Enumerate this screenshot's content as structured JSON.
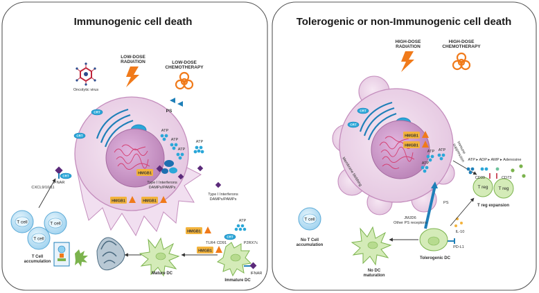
{
  "left": {
    "title": "Immunogenic cell death",
    "oncolytic_virus": "Oncolytic virus",
    "low_dose_radiation": [
      "LOW-DOSE",
      "RADIATION"
    ],
    "low_dose_chemo": [
      "LOW-DOSE",
      "CHEMOTHERAPY"
    ],
    "ps": "PS",
    "crt": "CRT",
    "atp": "ATP",
    "hmgb1": "HMGB1",
    "ifnar": "IFNAR",
    "cxcl": "CXCL9/10/11",
    "t_cell": "T cell",
    "t_cell_accumulation": [
      "T Cell",
      "accumulation"
    ],
    "type1_ifn_inner": [
      "Type I Interferons",
      "DAMPs/PAMPs"
    ],
    "type1_ifn_outer": [
      "Type I Interferons",
      "DAMPs/PAMPs"
    ],
    "tlr4": "TLR4",
    "cd91": "CD91",
    "p2rx7c": "P2RX7c",
    "mature_dc": "Mature DC",
    "immature_dc": "Immature DC"
  },
  "right": {
    "title": "Tolerogenic or non-Immunogenic cell death",
    "high_dose_radiation": [
      "HIGH-DOSE",
      "RADIATION"
    ],
    "high_dose_chemo": [
      "HIGH-DOSE",
      "CHEMOTHERAPY"
    ],
    "crt": "CRT",
    "hmgb1": "HMGB1",
    "atp": "ATP",
    "membrane_blebbing": "Membrane blebbing",
    "immune_suppression": [
      "Immune",
      "suppression"
    ],
    "atp_pathway": "ATP ▸ ADP ▸ AMP ▸ Adenosine",
    "cd39": "CD39",
    "cd73": "CD73",
    "t_reg": "T reg",
    "t_reg_expansion": "T reg expansion",
    "ps": "PS",
    "jmjd6": [
      "JMJD6",
      "Other PS receptors"
    ],
    "il10": "IL-10",
    "pdl1": "PD-L1",
    "tolerogenic_dc": "Tolerogenic DC",
    "t_cell": "T cell",
    "no_t_cell": [
      "No T Cell",
      "accumulation"
    ],
    "no_dc": [
      "No DC",
      "maturation"
    ]
  },
  "colors": {
    "cell_outer": "#ecd7ea",
    "cell_border": "#c48dbd",
    "nucleus": "#c693c4",
    "er": "#1e7fb8",
    "blob": "#2aa7d8",
    "tcell": "#bfe3f5",
    "dc": "#d4ebb8",
    "hmgb1_box": "#f3b33c",
    "lightning": "#f07a1a",
    "biohazard": "#f07a1a",
    "dna": "#d43d70"
  }
}
